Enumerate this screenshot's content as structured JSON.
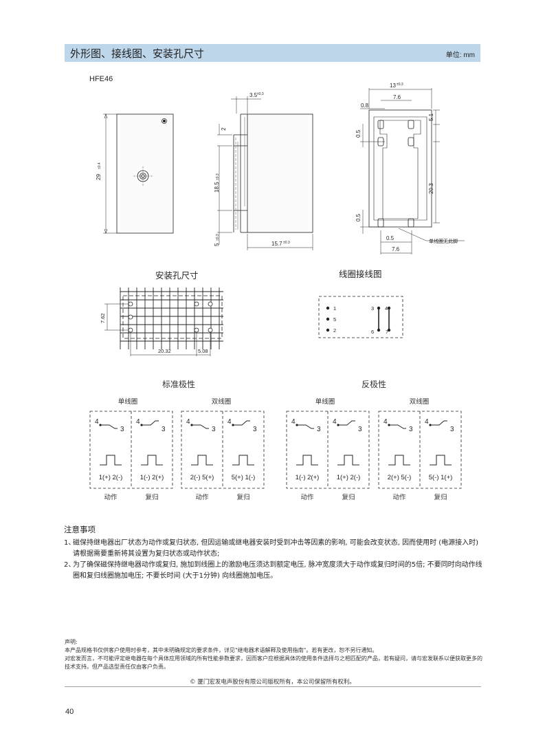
{
  "header": {
    "title": "外形图、接线图、安装孔尺寸",
    "unit": "单位: mm"
  },
  "model": "HFE46",
  "outline": {
    "dims": {
      "height": "29",
      "height_tol": "±0.4",
      "w35": "3.5",
      "w35_tol": "±0.3",
      "d2": "2",
      "h185": "18.5",
      "h185_tol": "±0.3",
      "h5": "5",
      "h5_tol": "±0.3",
      "w157": "15.7",
      "w157_tol": "±0.3",
      "w13": "13",
      "w13_tol": "±0.3",
      "w76_top": "7.6",
      "d08": "0.8",
      "d51": "5.1",
      "d05a": "0.5",
      "d203": "20.3",
      "d05b": "0.5",
      "d05c": "0.5",
      "w76_bottom": "7.6",
      "single_note": "单线圈无此脚"
    }
  },
  "sections": {
    "mounting": "安装孔尺寸",
    "wiring": "线圈接线图"
  },
  "mounting": {
    "dim_v": "7.62",
    "dim_h1": "20.32",
    "dim_h2": "5.08"
  },
  "wiring": {
    "pins_left": [
      "1",
      "5",
      "2"
    ],
    "pins_right_top": [
      "3",
      "4"
    ],
    "pins_right_bottom": [
      "6",
      "7"
    ]
  },
  "polarity": {
    "standard_title": "标准极性",
    "reverse_title": "反极性",
    "single_coil": "单线圈",
    "double_coil": "双线圈",
    "panels": [
      {
        "state": "动作",
        "formula": "1(+) 2(-)",
        "type": "set"
      },
      {
        "state": "复归",
        "formula": "1(-) 2(+)",
        "type": "reset"
      },
      {
        "state": "动作",
        "formula": "2(-) 5(+)",
        "type": "set"
      },
      {
        "state": "复归",
        "formula": "5(+) 1(-)",
        "type": "reset"
      },
      {
        "state": "动作",
        "formula": "1(-) 2(+)",
        "type": "set"
      },
      {
        "state": "复归",
        "formula": "1(+) 2(-)",
        "type": "reset"
      },
      {
        "state": "动作",
        "formula": "2(+) 5(-)",
        "type": "set"
      },
      {
        "state": "复归",
        "formula": "5(-) 1(+)",
        "type": "reset"
      }
    ],
    "contact_labels": {
      "left": "4",
      "right": "3"
    }
  },
  "notes": {
    "title": "注意事项",
    "items": [
      {
        "num": "1、",
        "text": "磁保持继电器出厂状态为动作或复归状态, 但因运输或继电器安装时受到冲击等因素的影响, 可能会改变状态, 因而使用时 (电源接入时) 请根据需要重新将其设置为复归状态或动作状态;"
      },
      {
        "num": "2、",
        "text": "为了确保磁保持继电器动作或复归, 施加到线圈上的激励电压须达到额定电压, 脉冲宽度须大于动作或复归时间的5倍; 不要同时向动作线圈和复归线圈施加电压; 不要长时间 (大于1分钟) 向线圈施加电压。"
      }
    ]
  },
  "disclaimer": {
    "title": "声明:",
    "line1": "本产品规格书仅供客户使用时参考，其中未明确规定的要求条件，详见\"继电器术语解释及使用指南\"。若有更改，恕不另行通知。",
    "line2": "对宏发而言，不可能评定继电器在每个具体应用领域的所有性能参数要求，因而客户应根据具体的使用条件选择与之相匹配的产品，若有疑问，请与宏发联系以便获取更多的技术支持。但产品选型责任仅由客户负责。"
  },
  "copyright": "© 厦门宏发电声股份有限公司版权所有，本公司保留所有权利。",
  "page_number": "40"
}
